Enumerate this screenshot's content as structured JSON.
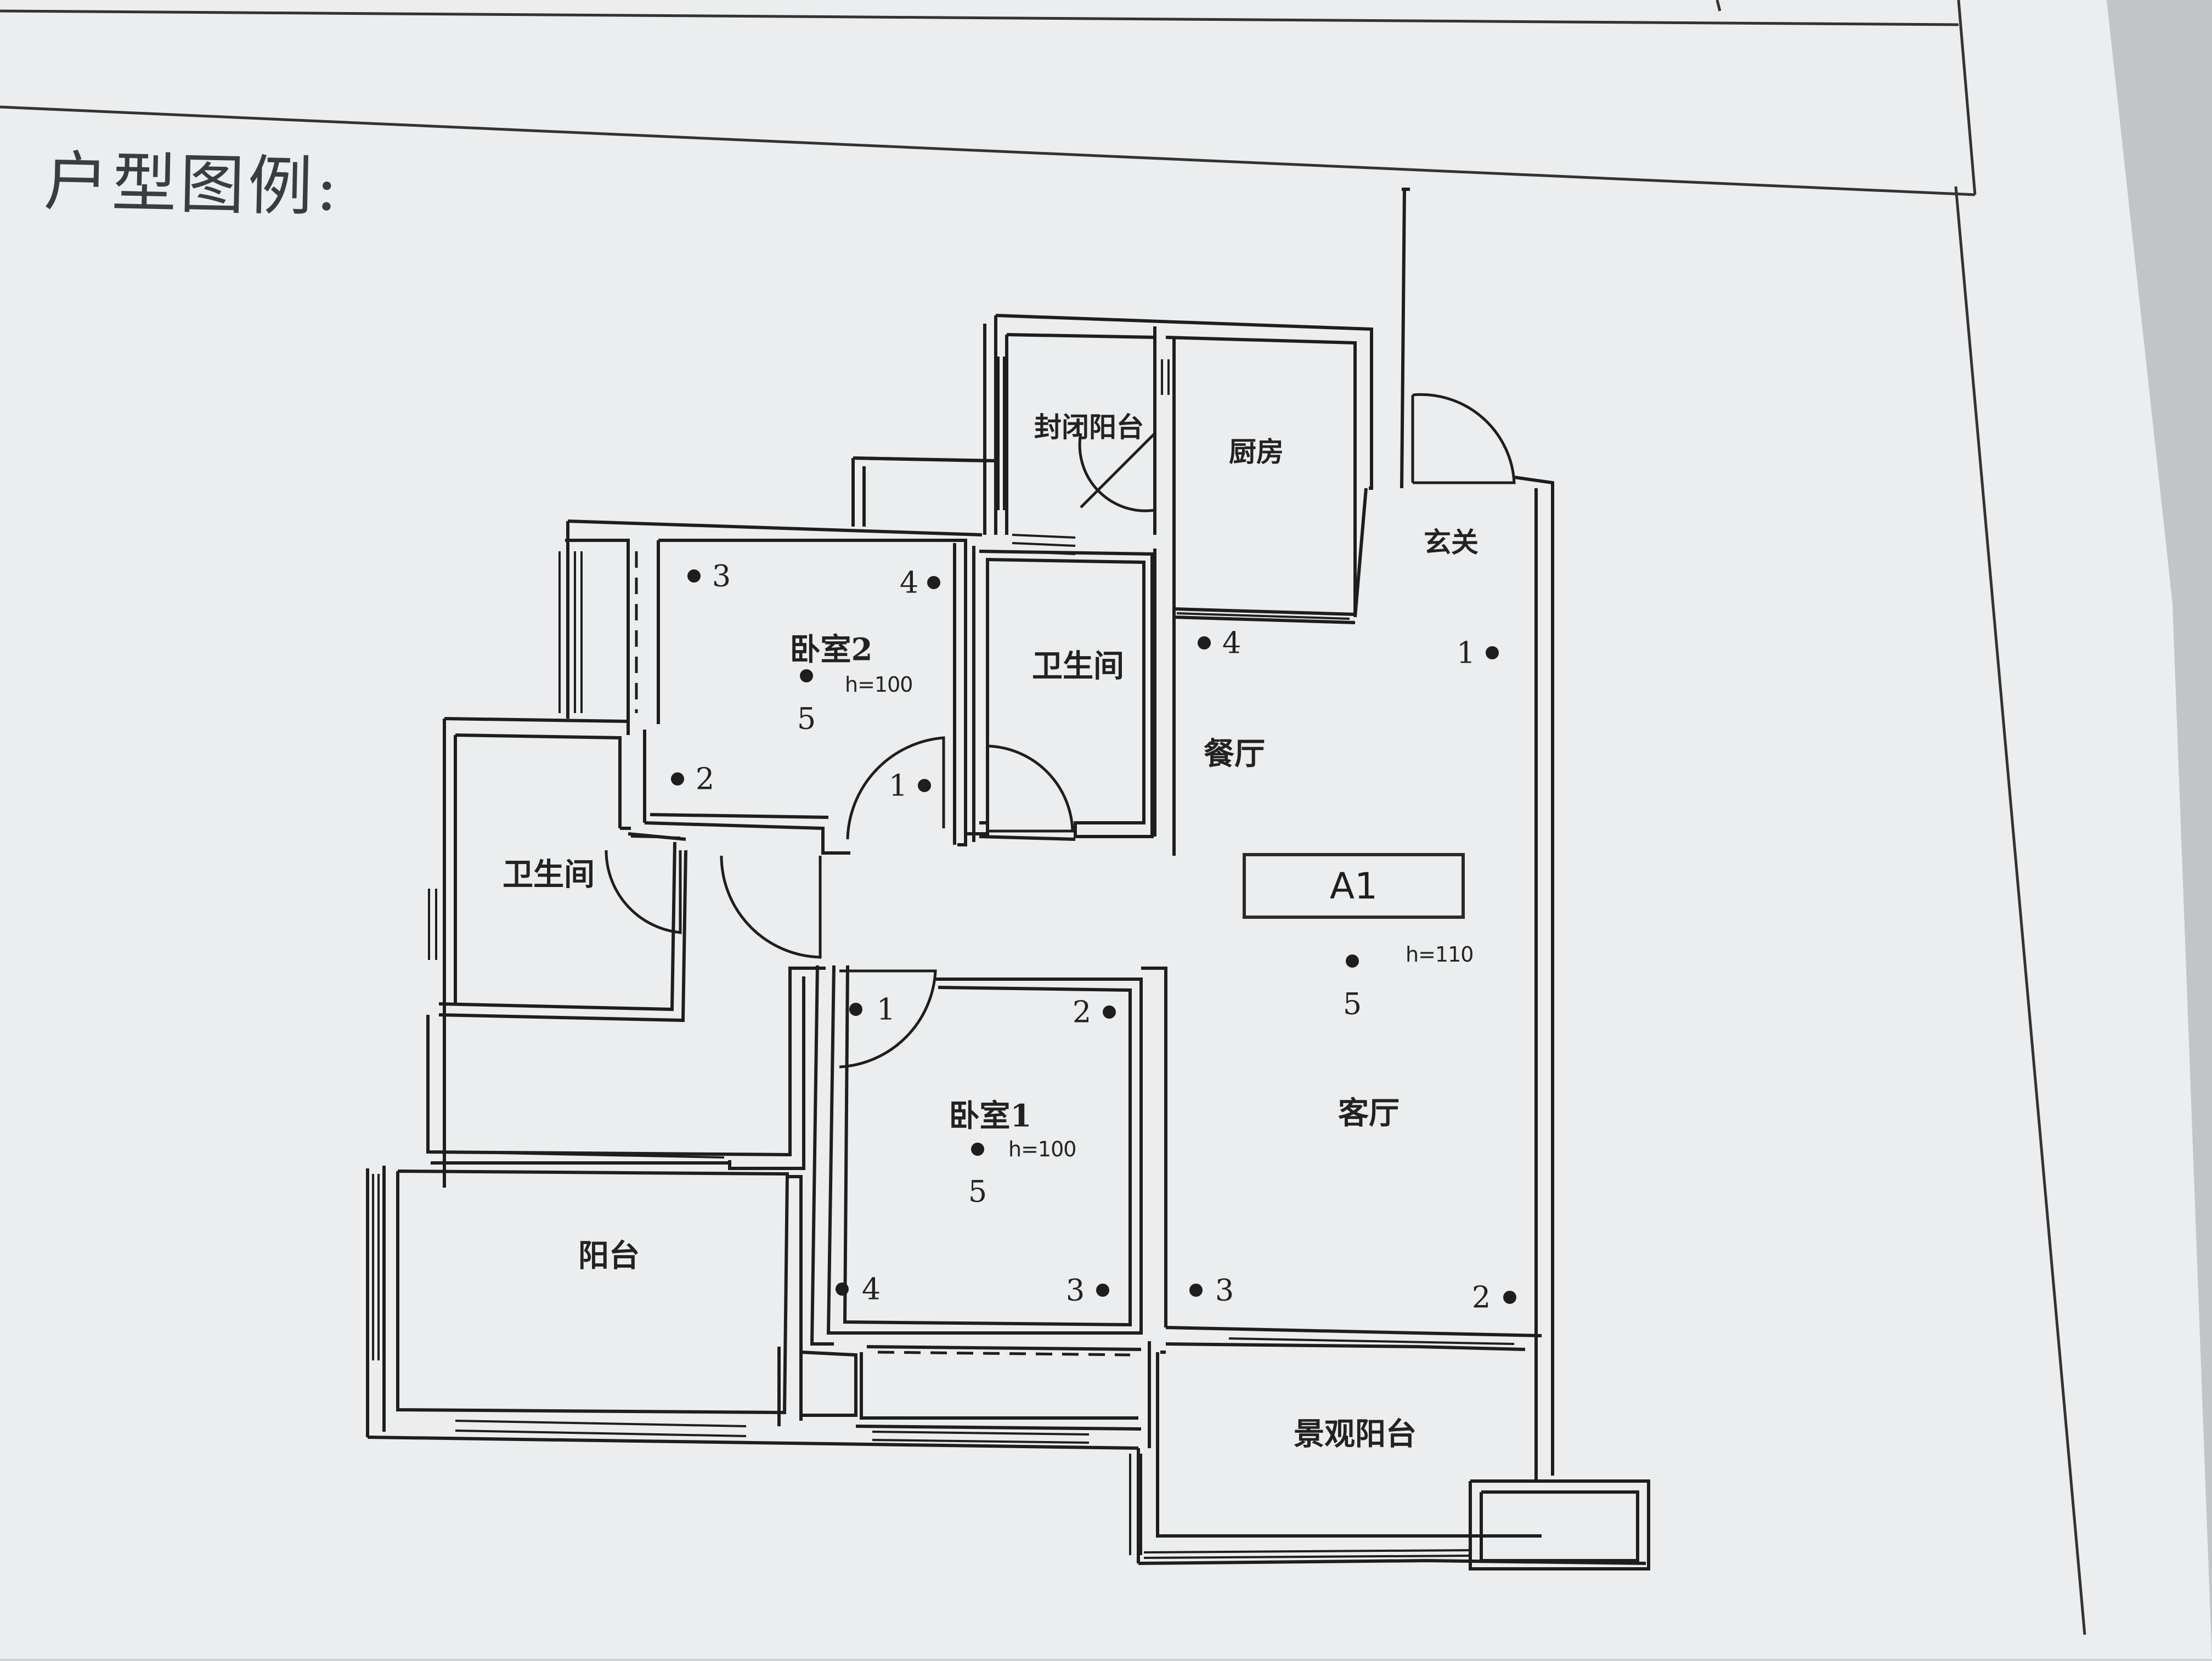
{
  "page": {
    "title": "户型图例:",
    "unit_code": "A1"
  },
  "rooms": {
    "closed_balcony": "封闭阳台",
    "kitchen": "厨房",
    "foyer": "玄关",
    "bedroom2": "卧室2",
    "bathroom_upper": "卫生间",
    "dining": "餐厅",
    "bathroom_left": "卫生间",
    "bedroom1": "卧室1",
    "living": "客厅",
    "balcony": "阳台",
    "view_balcony": "景观阳台"
  },
  "height_labels": {
    "bedroom2": "h=100",
    "bedroom1": "h=100",
    "living": "h=110"
  },
  "points": {
    "bedroom2": [
      "3",
      "4",
      "2",
      "1",
      "5"
    ],
    "bedroom1": [
      "1",
      "2",
      "4",
      "3",
      "5"
    ],
    "living": [
      "4",
      "1",
      "5",
      "3",
      "2"
    ]
  },
  "colors": {
    "paper": "#ebedee",
    "ink": "#1e1e1e",
    "background": "#cfd1d2"
  }
}
